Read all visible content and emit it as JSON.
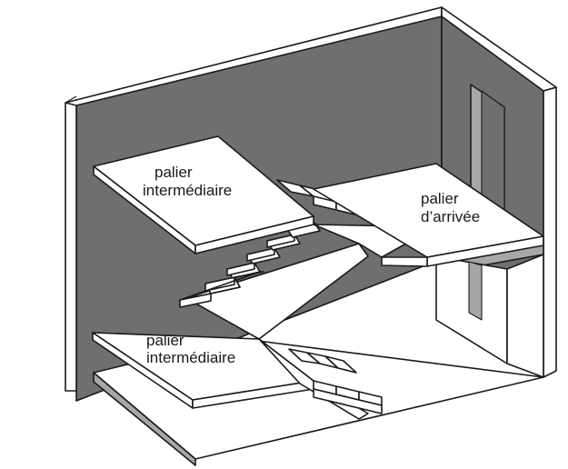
{
  "labels": {
    "upper_intermediate_line1": "palier",
    "upper_intermediate_line2": "intermédiaire",
    "arrival_line1": "palier",
    "arrival_line2": "d’arrivée",
    "lower_intermediate_line1": "palier",
    "lower_intermediate_line2": "intermédiaire"
  },
  "colors": {
    "wall": "#6f6f6f",
    "wall_edge": "#a7a7a7",
    "surface": "#ffffff",
    "line": "#1a1a1a"
  }
}
